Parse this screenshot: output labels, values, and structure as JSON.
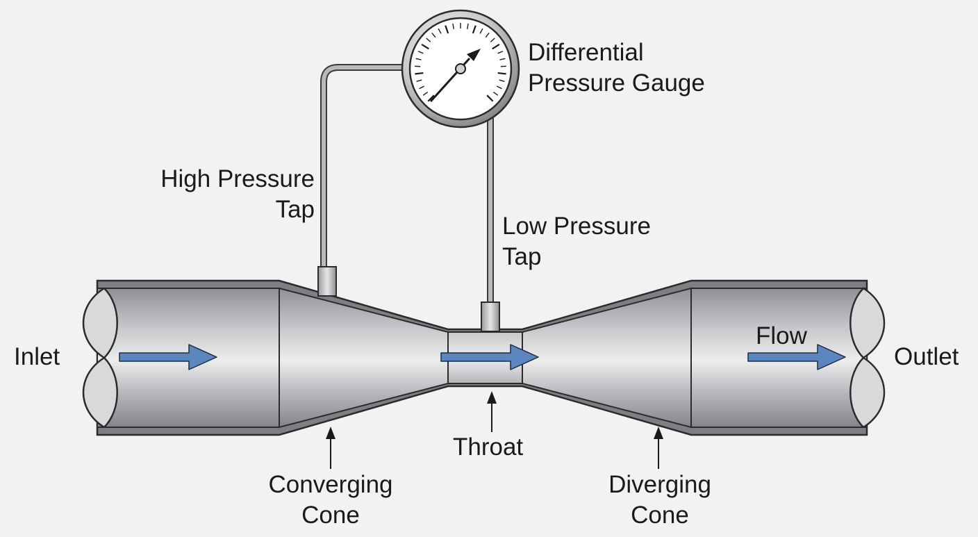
{
  "labels": {
    "gauge": [
      "Differential",
      "Pressure Gauge"
    ],
    "high_tap": [
      "High Pressure",
      "Tap"
    ],
    "low_tap": [
      "Low Pressure",
      "Tap"
    ],
    "inlet": "Inlet",
    "outlet": "Outlet",
    "flow": "Flow",
    "throat": "Throat",
    "converging": [
      "Converging",
      "Cone"
    ],
    "diverging": [
      "Diverging",
      "Cone"
    ]
  },
  "colors": {
    "background": "#f2f2f2",
    "pipe_outline": "#2b2b2b",
    "pipe_light": "#e6e7e9",
    "pipe_dark": "#8e9095",
    "flow_arrow": "#5b86c0",
    "gauge_face": "#ffffff"
  },
  "icons": [
    "flow-arrow-icon",
    "pointer-arrow-icon",
    "gauge-needle-icon"
  ]
}
